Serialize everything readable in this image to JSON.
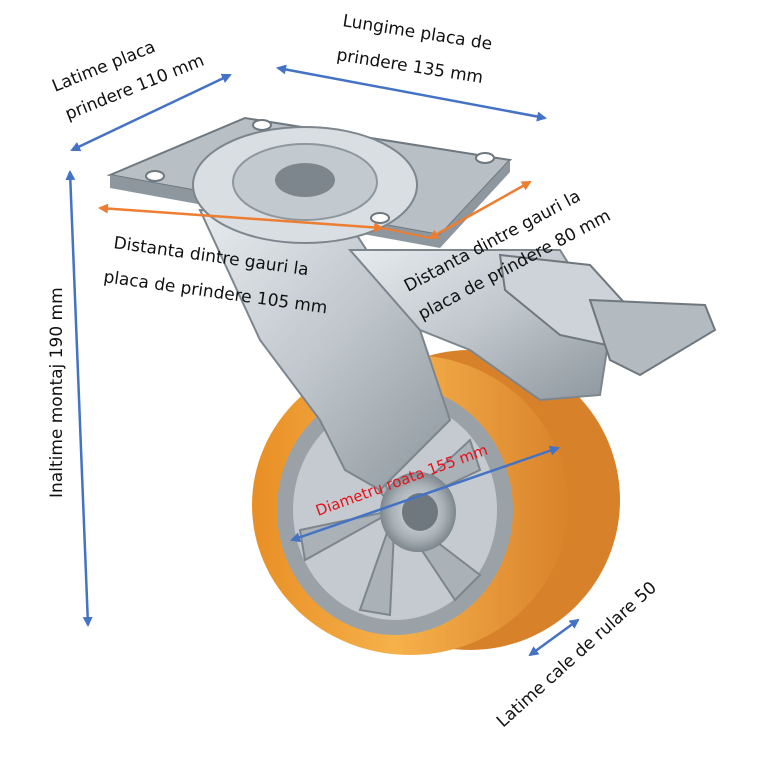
{
  "labels": {
    "plate_width_1": "Latime placa",
    "plate_width_2": "prindere 110 mm",
    "plate_length_1": "Lungime placa de",
    "plate_length_2": "prindere 135 mm",
    "holes_105_1": "Distanta dintre gauri la",
    "holes_105_2": "placa de prindere 105 mm",
    "holes_80_1": "Distanta dintre gauri la",
    "holes_80_2": "placa de prindere 80 mm",
    "height": "Inaltime montaj 190 mm",
    "diameter": "Diametru roata 155 mm",
    "tread": "Latime cale de rulare 50"
  },
  "colors": {
    "blue_arrow": "#4472c4",
    "orange_arrow": "#ed7d31",
    "red_text": "#e8101a",
    "tire": "#f0a53a",
    "tire_dark": "#d9822b",
    "steel": "#c9cfd4",
    "steel_dark": "#8e979e"
  }
}
